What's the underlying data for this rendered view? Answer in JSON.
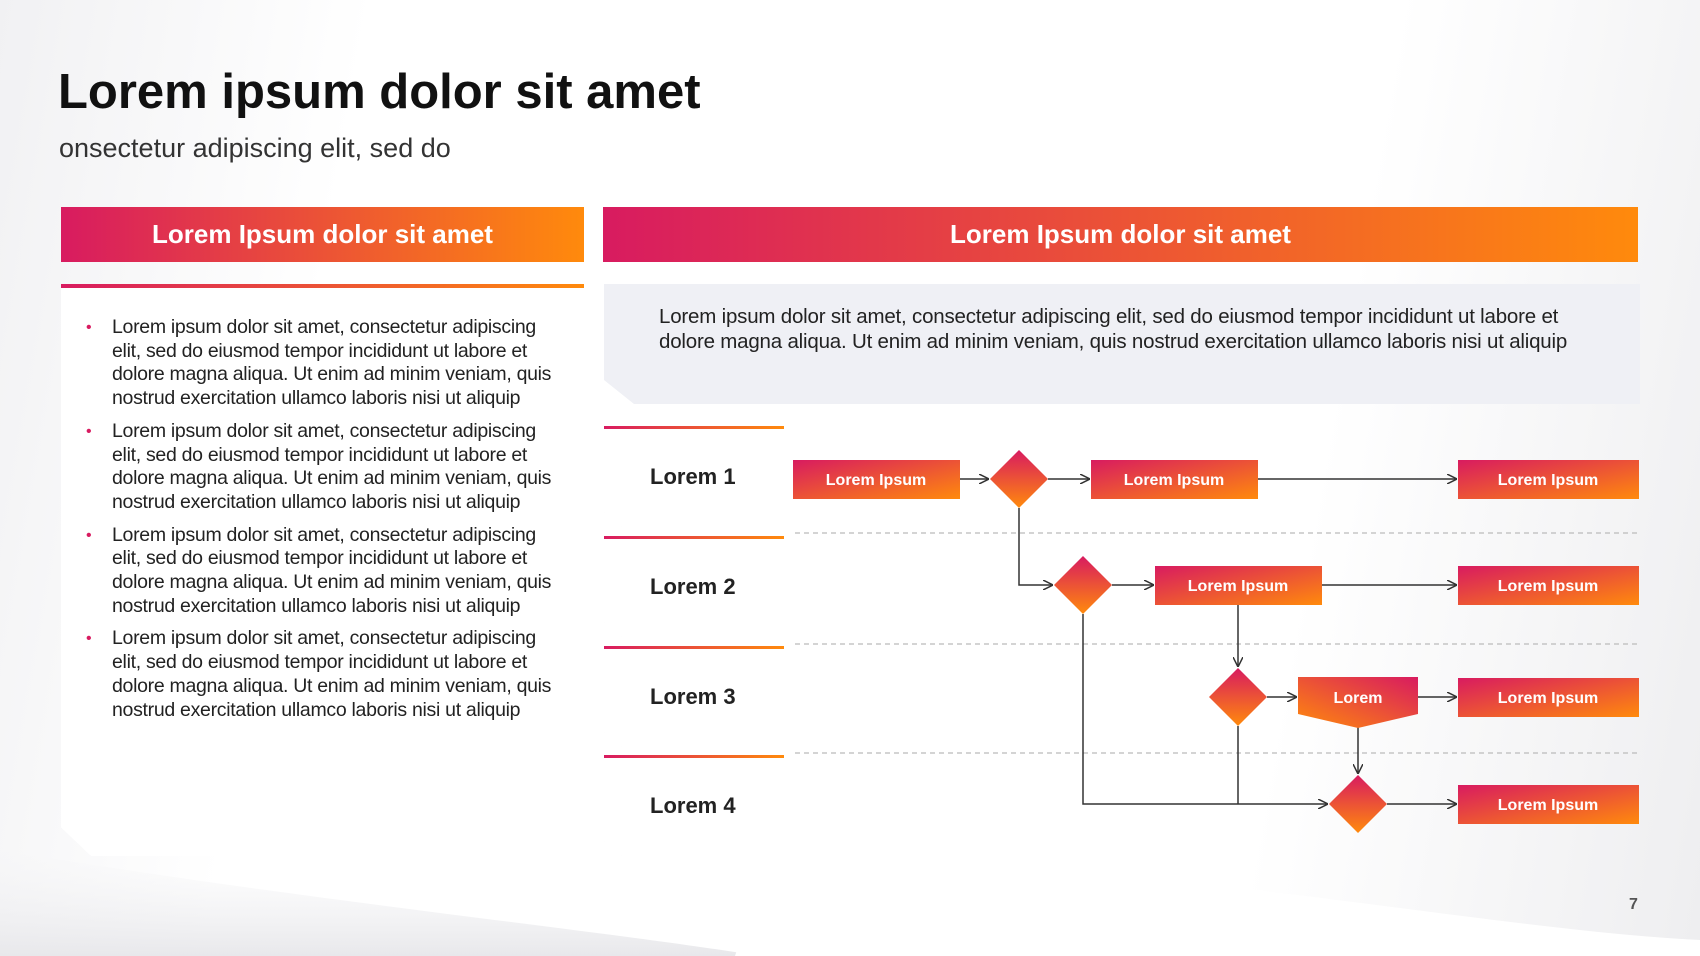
{
  "title": "Lorem ipsum dolor sit amet",
  "subtitle": "onsectetur adipiscing elit, sed do",
  "left_panel": {
    "header": "Lorem Ipsum dolor sit amet",
    "bullets": [
      "Lorem ipsum dolor sit amet, consectetur adipiscing elit, sed do eiusmod tempor incididunt ut labore et dolore magna aliqua. Ut enim ad minim veniam, quis nostrud exercitation ullamco laboris nisi ut aliquip",
      "Lorem ipsum dolor sit amet, consectetur adipiscing elit, sed do eiusmod tempor incididunt ut labore et dolore magna aliqua. Ut enim ad minim veniam, quis nostrud exercitation ullamco laboris nisi ut aliquip",
      "Lorem ipsum dolor sit amet, consectetur adipiscing elit, sed do eiusmod tempor incididunt ut labore et dolore magna aliqua. Ut enim ad minim veniam, quis nostrud exercitation ullamco laboris nisi ut aliquip",
      "Lorem ipsum dolor sit amet, consectetur adipiscing elit, sed do eiusmod tempor incididunt ut labore et dolore magna aliqua. Ut enim ad minim veniam, quis nostrud exercitation ullamco laboris nisi ut aliquip"
    ],
    "bullet_glyph": "•"
  },
  "right_panel": {
    "header": "Lorem Ipsum dolor sit amet",
    "description": "Lorem ipsum dolor sit amet, consectetur adipiscing elit, sed do eiusmod tempor incididunt ut labore et dolore magna aliqua. Ut enim ad minim veniam, quis nostrud exercitation ullamco laboris nisi ut aliquip",
    "lanes": [
      "Lorem 1",
      "Lorem 2",
      "Lorem 3",
      "Lorem 4"
    ],
    "flow": {
      "box_a": "Lorem Ipsum",
      "box_b": "Lorem Ipsum",
      "box_c": "Lorem Ipsum",
      "box_d": "Lorem Ipsum",
      "box_e": "Lorem Ipsum",
      "pentagon": "Lorem",
      "box_f": "Lorem Ipsum",
      "box_g": "Lorem Ipsum"
    }
  },
  "colors": {
    "gradient_start": "#d81b60",
    "gradient_end": "#ff8a00",
    "panel_gray": "#eff0f5"
  },
  "page_number": "7"
}
